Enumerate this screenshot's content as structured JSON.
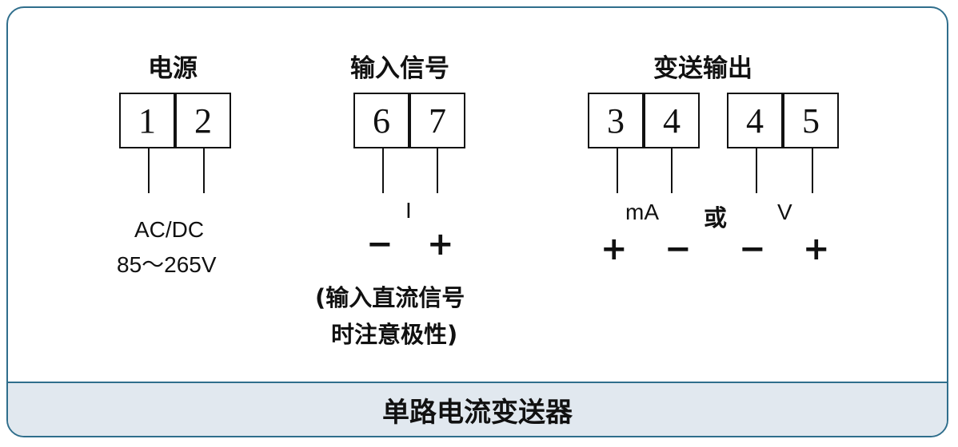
{
  "groups": {
    "power": {
      "title": "电源",
      "terminals": [
        "1",
        "2"
      ],
      "spec_line1": "AC/DC",
      "spec_line2": "85～265V"
    },
    "input": {
      "title": "输入信号",
      "terminals": [
        "6",
        "7"
      ],
      "signal": "I",
      "minus": "−",
      "plus": "+",
      "note_line1": "(输入直流信号",
      "note_line2": "时注意极性)"
    },
    "output": {
      "title": "变送输出",
      "terminals_current": [
        "3",
        "4"
      ],
      "terminals_voltage": [
        "4",
        "5"
      ],
      "current_label": "mA",
      "or_label": "或",
      "voltage_label": "V",
      "signs": [
        "+",
        "−",
        "−",
        "+"
      ]
    }
  },
  "footer": {
    "title": "单路电流变送器"
  }
}
